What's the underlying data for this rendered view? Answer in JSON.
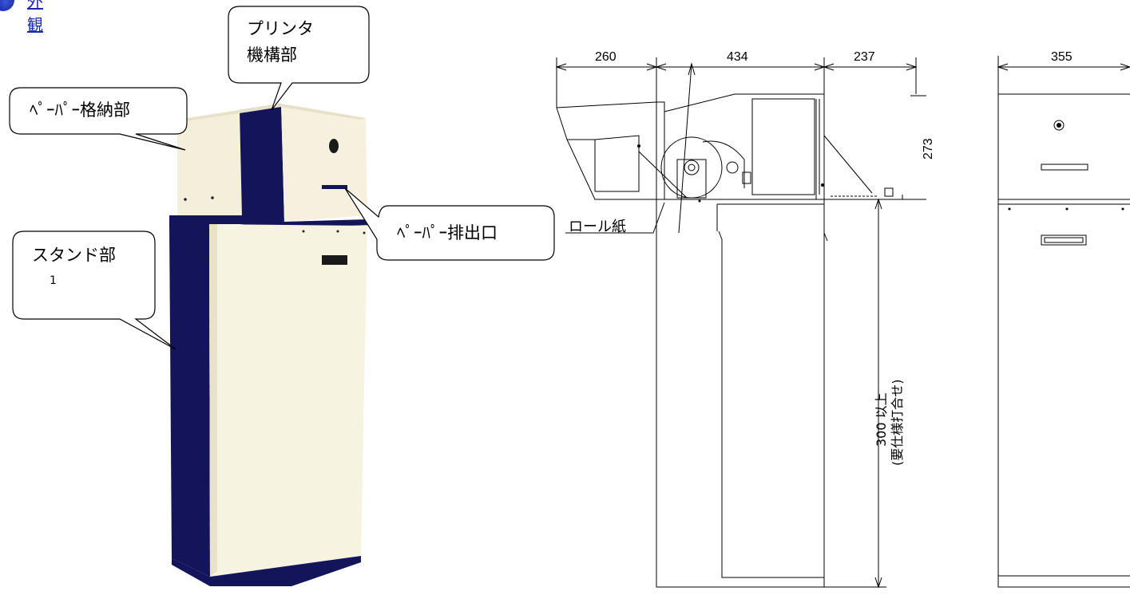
{
  "header": {
    "title": "外観"
  },
  "callouts": {
    "printer_mechanism": [
      "プリンタ",
      "機構部"
    ],
    "paper_storage": "ﾍﾟｰﾊﾟｰ格納部",
    "stand": "スタンド部",
    "stand_note": "1",
    "paper_exit": "ﾍﾟｰﾊﾟｰ排出口"
  },
  "side_view": {
    "dim_left": "260",
    "dim_center": "434",
    "dim_right": "237",
    "dim_height_top": "273",
    "roll_label": "ロール紙",
    "stand_height": [
      "300 以上",
      "(要仕様打合せ)"
    ]
  },
  "front_view": {
    "dim_width": "355"
  },
  "colors": {
    "navy": "#14145a",
    "cream": "#f7f3e1",
    "line": "#000000",
    "header_blue": "#1a2aa8"
  }
}
